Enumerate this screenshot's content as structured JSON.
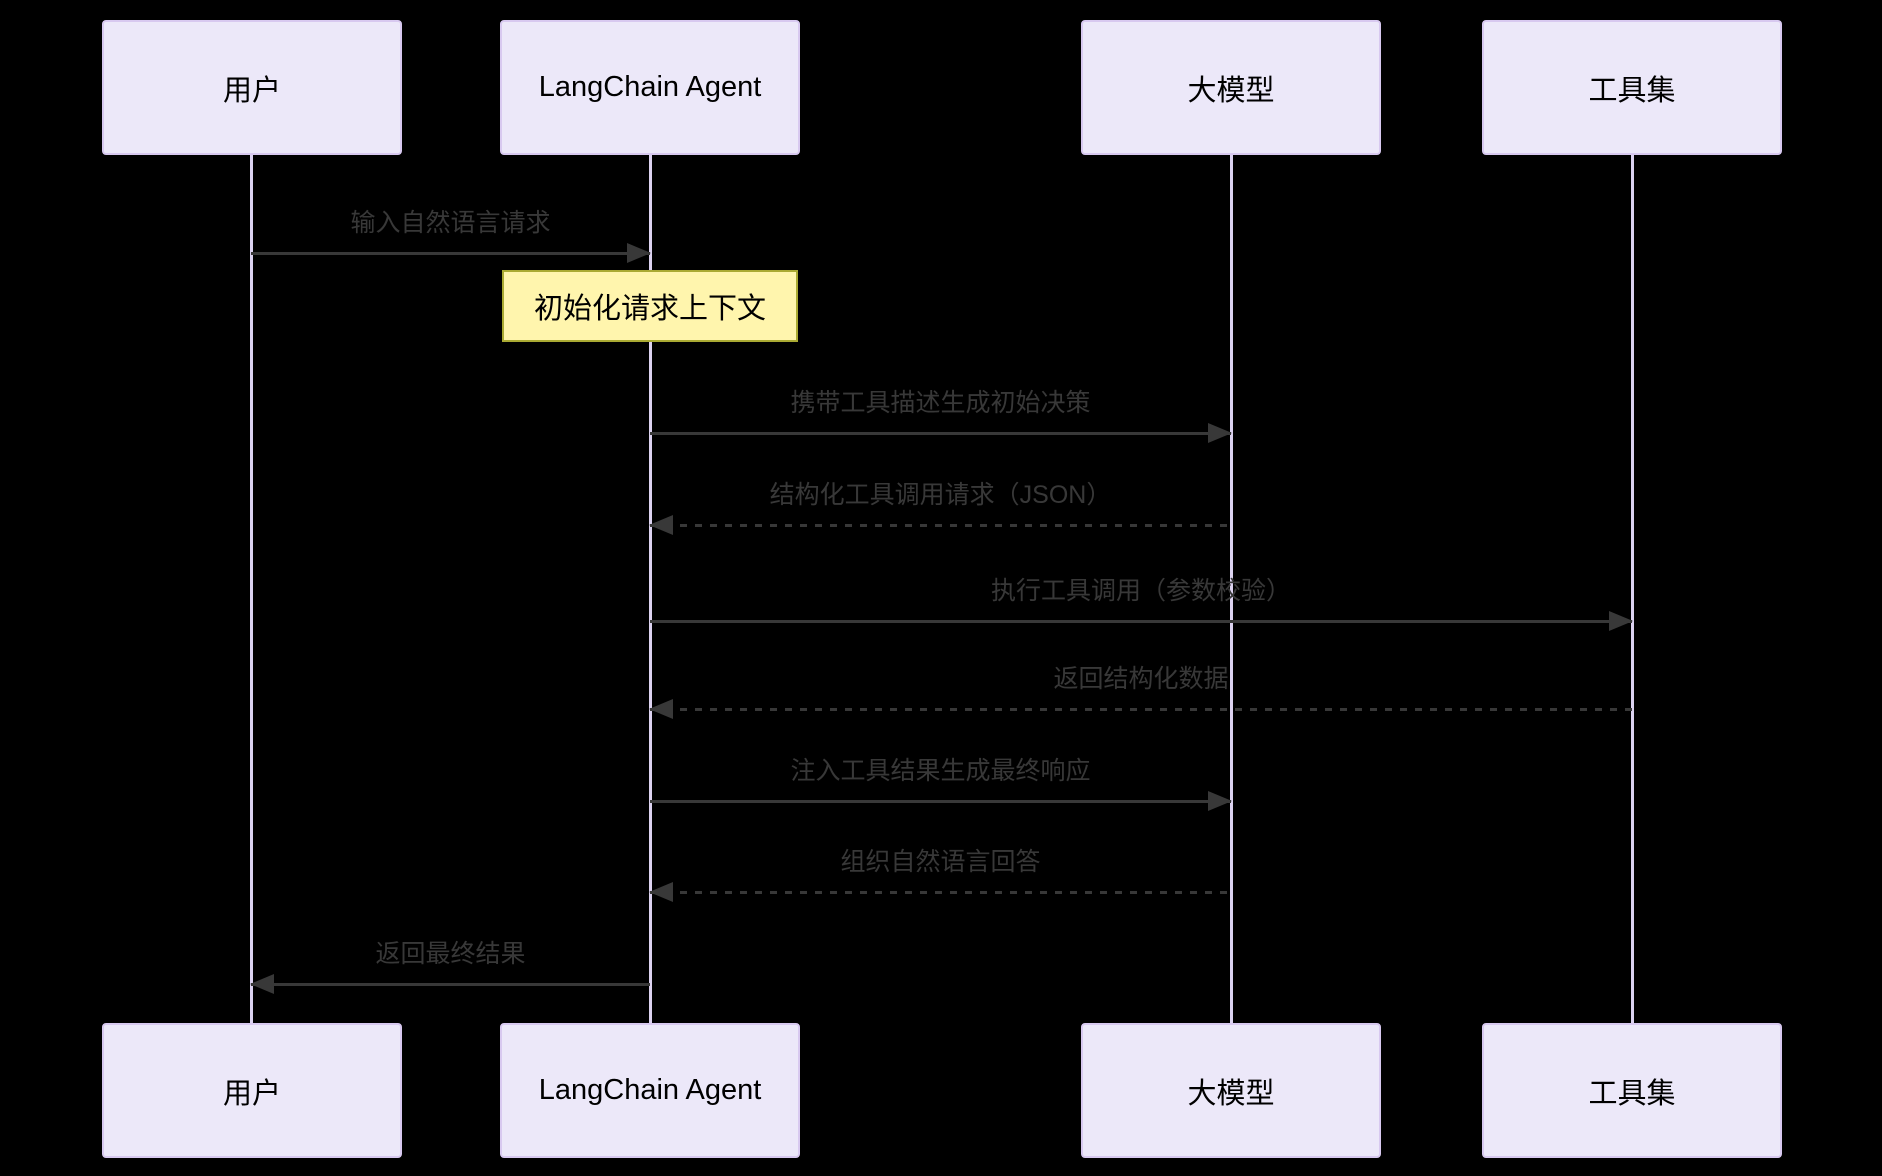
{
  "diagram": {
    "type": "sequence-diagram",
    "actors": [
      {
        "label": "用户"
      },
      {
        "label": "LangChain Agent"
      },
      {
        "label": "大模型"
      },
      {
        "label": "工具集"
      }
    ],
    "note": {
      "over": "LangChain Agent",
      "label": "初始化请求上下文"
    },
    "messages": [
      {
        "from": "用户",
        "to": "LangChain Agent",
        "label": "输入自然语言请求",
        "line": "solid"
      },
      {
        "from": "LangChain Agent",
        "to": "大模型",
        "label": "携带工具描述生成初始决策",
        "line": "solid"
      },
      {
        "from": "大模型",
        "to": "LangChain Agent",
        "label": "结构化工具调用请求（JSON）",
        "line": "dotted"
      },
      {
        "from": "LangChain Agent",
        "to": "工具集",
        "label": "执行工具调用（参数校验）",
        "line": "solid"
      },
      {
        "from": "工具集",
        "to": "LangChain Agent",
        "label": "返回结构化数据",
        "line": "dotted"
      },
      {
        "from": "LangChain Agent",
        "to": "大模型",
        "label": "注入工具结果生成最终响应",
        "line": "solid"
      },
      {
        "from": "大模型",
        "to": "LangChain Agent",
        "label": "组织自然语言回答",
        "line": "dotted"
      },
      {
        "from": "LangChain Agent",
        "to": "用户",
        "label": "返回最终结果",
        "line": "solid"
      }
    ],
    "colors": {
      "background": "#000000",
      "actor_fill": "#ECE8F9",
      "actor_border": "#D8C9F0",
      "actor_text": "#000000",
      "lifeline": "#DCD2F0",
      "note_fill": "#FFF5AD",
      "note_border": "#AAAA33",
      "message_text": "#383838",
      "arrow": "#383838"
    }
  }
}
